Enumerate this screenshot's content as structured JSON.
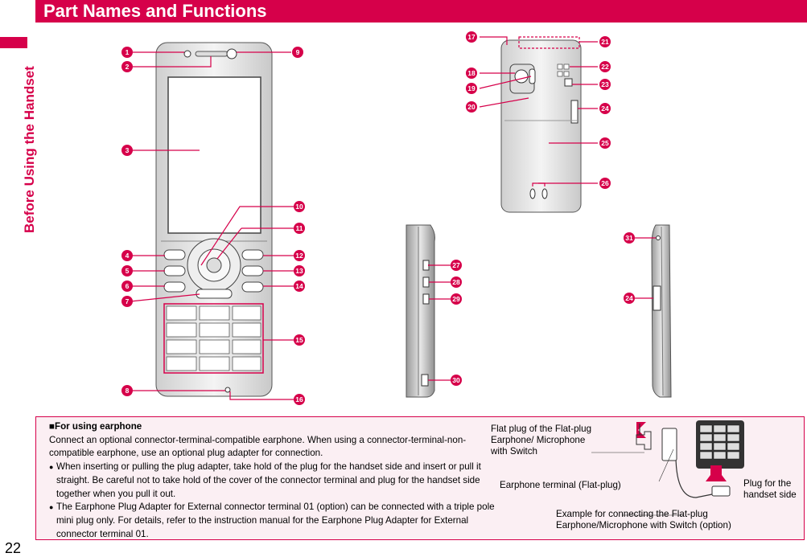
{
  "side_title": "Before Using the Handset",
  "header_title": "Part Names and Functions",
  "page_number": "22",
  "callouts": {
    "front": [
      "1",
      "2",
      "3",
      "4",
      "5",
      "6",
      "7",
      "8",
      "9",
      "10",
      "11",
      "12",
      "13",
      "14",
      "15",
      "16"
    ],
    "back": [
      "17",
      "18",
      "19",
      "20",
      "21",
      "22",
      "23",
      "24",
      "25",
      "26"
    ],
    "side_left": [
      "27",
      "28",
      "29",
      "30"
    ],
    "side_right": [
      "31",
      "24"
    ]
  },
  "note": {
    "title": "■For using earphone",
    "intro": "Connect an optional connector-terminal-compatible earphone. When using a connector-terminal-non-compatible earphone, use an optional plug adapter for connection.",
    "bullet1": "When inserting or pulling the plug adapter, take hold of the plug for the handset side and insert or pull it straight. Be careful not to take hold of the cover of the connector terminal and plug for the handset side together when you pull it out.",
    "bullet2": "The Earphone Plug Adapter for External connector terminal 01 (option) can be connected with a triple pole mini plug only. For details, refer to the instruction manual for the Earphone Plug Adapter for External connector terminal 01."
  },
  "figure": {
    "flat_plug_label": "Flat plug of the Flat-plug Earphone/ Microphone with Switch",
    "earphone_terminal_label": "Earphone terminal (Flat-plug)",
    "plug_handset_label": "Plug for the handset side",
    "caption": "Example for connecting the Flat-plug Earphone/Microphone with Switch (option)"
  },
  "colors": {
    "accent": "#d6004a",
    "note_bg": "#fbeff3"
  }
}
